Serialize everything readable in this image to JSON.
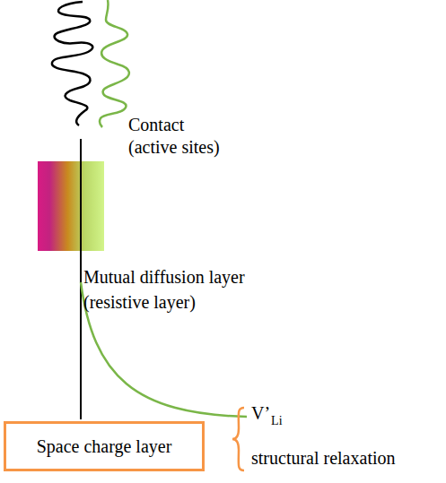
{
  "diagram": {
    "nodes": [
      {
        "text": [
          "Space charge layer"
        ]
      }
    ],
    "labels": [
      "Contact",
      "(active sites)",
      "Mutual diffusion layer",
      "(resistive layer)",
      "V’",
      "Li",
      "structural relaxation"
    ]
  }
}
